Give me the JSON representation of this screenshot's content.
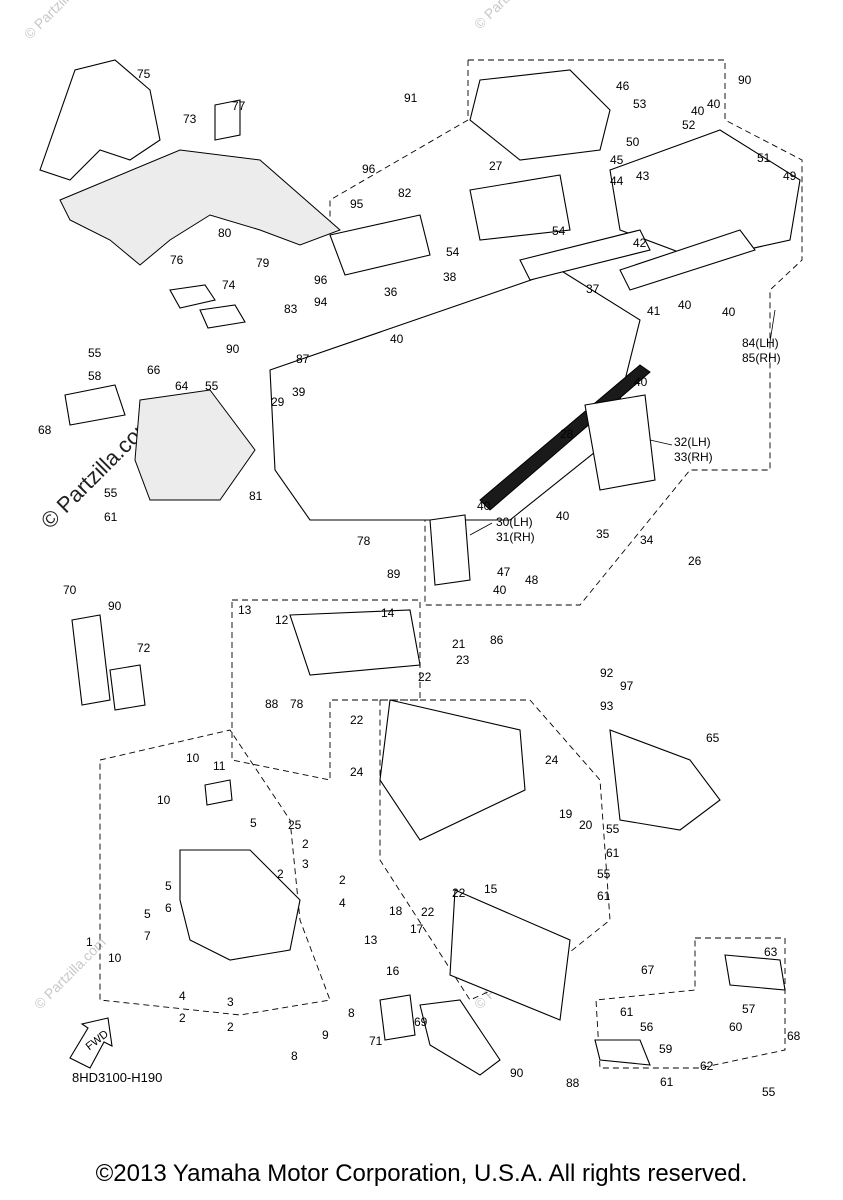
{
  "diagram_code": "8HD3100-H190",
  "copyright": "©2013 Yamaha Motor Corporation, U.S.A. All rights reserved.",
  "watermark": "© Partzilla.com",
  "fwd_label": "FWD",
  "callouts": {
    "c1": "1",
    "c2a": "2",
    "c2b": "2",
    "c2c": "2",
    "c2d": "2",
    "c3a": "3",
    "c3b": "3",
    "c4a": "4",
    "c4b": "4",
    "c5a": "5",
    "c5b": "5",
    "c5c": "5",
    "c6": "6",
    "c7": "7",
    "c8a": "8",
    "c8b": "8",
    "c9": "9",
    "c10a": "10",
    "c10b": "10",
    "c10c": "10",
    "c11": "11",
    "c12": "12",
    "c13a": "13",
    "c13b": "13",
    "c14": "14",
    "c15": "15",
    "c16": "16",
    "c17": "17",
    "c18": "18",
    "c19": "19",
    "c20": "20",
    "c21": "21",
    "c22a": "22",
    "c22b": "22",
    "c22c": "22",
    "c22d": "22",
    "c23": "23",
    "c24a": "24",
    "c24b": "24",
    "c25": "25",
    "c26": "26",
    "c27": "27",
    "c28": "28",
    "c29": "29",
    "c30": "30(LH)",
    "c31": "31(RH)",
    "c32": "32(LH)",
    "c33": "33(RH)",
    "c34": "34",
    "c35": "35",
    "c36": "36",
    "c37": "37",
    "c38": "38",
    "c39": "39",
    "c40a": "40",
    "c40b": "40",
    "c40c": "40",
    "c40d": "40",
    "c40e": "40",
    "c40f": "40",
    "c40g": "40",
    "c40h": "40",
    "c40i": "40",
    "c40j": "40",
    "c41": "41",
    "c42": "42",
    "c43": "43",
    "c44": "44",
    "c45": "45",
    "c46": "46",
    "c47": "47",
    "c48": "48",
    "c49": "49",
    "c50": "50",
    "c51": "51",
    "c52": "52",
    "c53": "53",
    "c54a": "54",
    "c54b": "54",
    "c55a": "55",
    "c55b": "55",
    "c55c": "55",
    "c55d": "55",
    "c55e": "55",
    "c55f": "55",
    "c56": "56",
    "c57": "57",
    "c58": "58",
    "c59": "59",
    "c60": "60",
    "c61a": "61",
    "c61b": "61",
    "c61c": "61",
    "c61d": "61",
    "c61e": "61",
    "c62": "62",
    "c63": "63",
    "c64": "64",
    "c65": "65",
    "c66": "66",
    "c67": "67",
    "c68a": "68",
    "c68b": "68",
    "c69": "69",
    "c70": "70",
    "c71": "71",
    "c72": "72",
    "c73": "73",
    "c74": "74",
    "c75": "75",
    "c76": "76",
    "c77": "77",
    "c78a": "78",
    "c78b": "78",
    "c79": "79",
    "c80": "80",
    "c81": "81",
    "c82": "82",
    "c83": "83",
    "c84": "84(LH)",
    "c85": "85(RH)",
    "c86": "86",
    "c87": "87",
    "c88a": "88",
    "c88b": "88",
    "c89": "89",
    "c90a": "90",
    "c90b": "90",
    "c90c": "90",
    "c90d": "90",
    "c91": "91",
    "c92": "92",
    "c93": "93",
    "c94": "94",
    "c95": "95",
    "c96a": "96",
    "c96b": "96",
    "c97": "97"
  }
}
